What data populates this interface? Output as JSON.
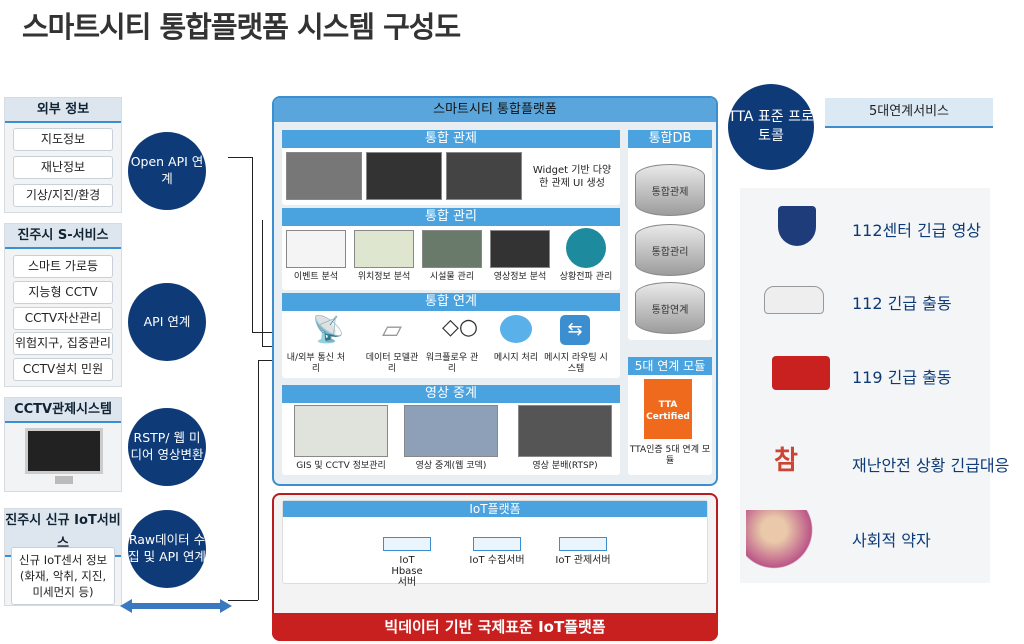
{
  "title": "스마트시티 통합플랫폼 시스템 구성도",
  "left": {
    "external": {
      "header": "외부 정보",
      "items": [
        "지도정보",
        "재난정보",
        "기상/지진/환경"
      ]
    },
    "sservice": {
      "header": "진주시 S-서비스",
      "items": [
        "스마트 가로등",
        "지능형 CCTV",
        "CCTV자산관리",
        "위험지구, 집중관리",
        "CCTV설치 민원"
      ]
    },
    "cctv": {
      "header": "CCTV관제시스템"
    },
    "iot": {
      "header": "진주시 신규 IoT서비스",
      "body": "신규 IoT센서 정보 (화재, 악취, 지진, 미세먼지 등)"
    }
  },
  "circles": [
    "Open API 연계",
    "API 연계",
    "RSTP/ 웹 미디어 영상변환",
    "Raw데이터 수집 및 API 연계"
  ],
  "platform": {
    "title": "스마트시티 통합플랫폼",
    "control": {
      "header": "통합 관제",
      "text": "Widget 기반 다양한 관제 UI 생성"
    },
    "manage": {
      "header": "통합 관리",
      "items": [
        "이벤트 분석",
        "위치정보 분석",
        "시설물 관리",
        "영상정보 분석",
        "상황전파 관리"
      ]
    },
    "link": {
      "header": "통합 연계",
      "items": [
        "내/외부 통신 처리",
        "데이터 모델관리",
        "워크플로우 관리",
        "메시지 처리",
        "메시지 라우팅 시스템"
      ]
    },
    "video": {
      "header": "영상 중계",
      "items": [
        "GIS 및 CCTV 정보관리",
        "영상 중계(웹 코덱)",
        "영상 분배(RTSP)"
      ]
    },
    "db": {
      "header": "통합DB",
      "items": [
        "통합관제",
        "통합관리",
        "통합연계"
      ]
    },
    "module": {
      "header": "5대 연계 모듈",
      "logo": "TTA Certified",
      "caption": "TTA인증 5대 연계 모듈"
    }
  },
  "iot": {
    "header": "IoT플랫폼",
    "servers": [
      "IoT Hbase 서버",
      "IoT 수집서버",
      "IoT 관제서버"
    ],
    "footer": "빅데이터 기반 국제표준 IoT플랫폼"
  },
  "right": {
    "tta": "TTA 표준 프로토콜",
    "header": "5대연계서비스",
    "items": [
      "112센터 긴급 영상",
      "112 긴급 출동",
      "119 긴급 출동",
      "재난안전 상황 긴급대응",
      "사회적 약자"
    ]
  }
}
